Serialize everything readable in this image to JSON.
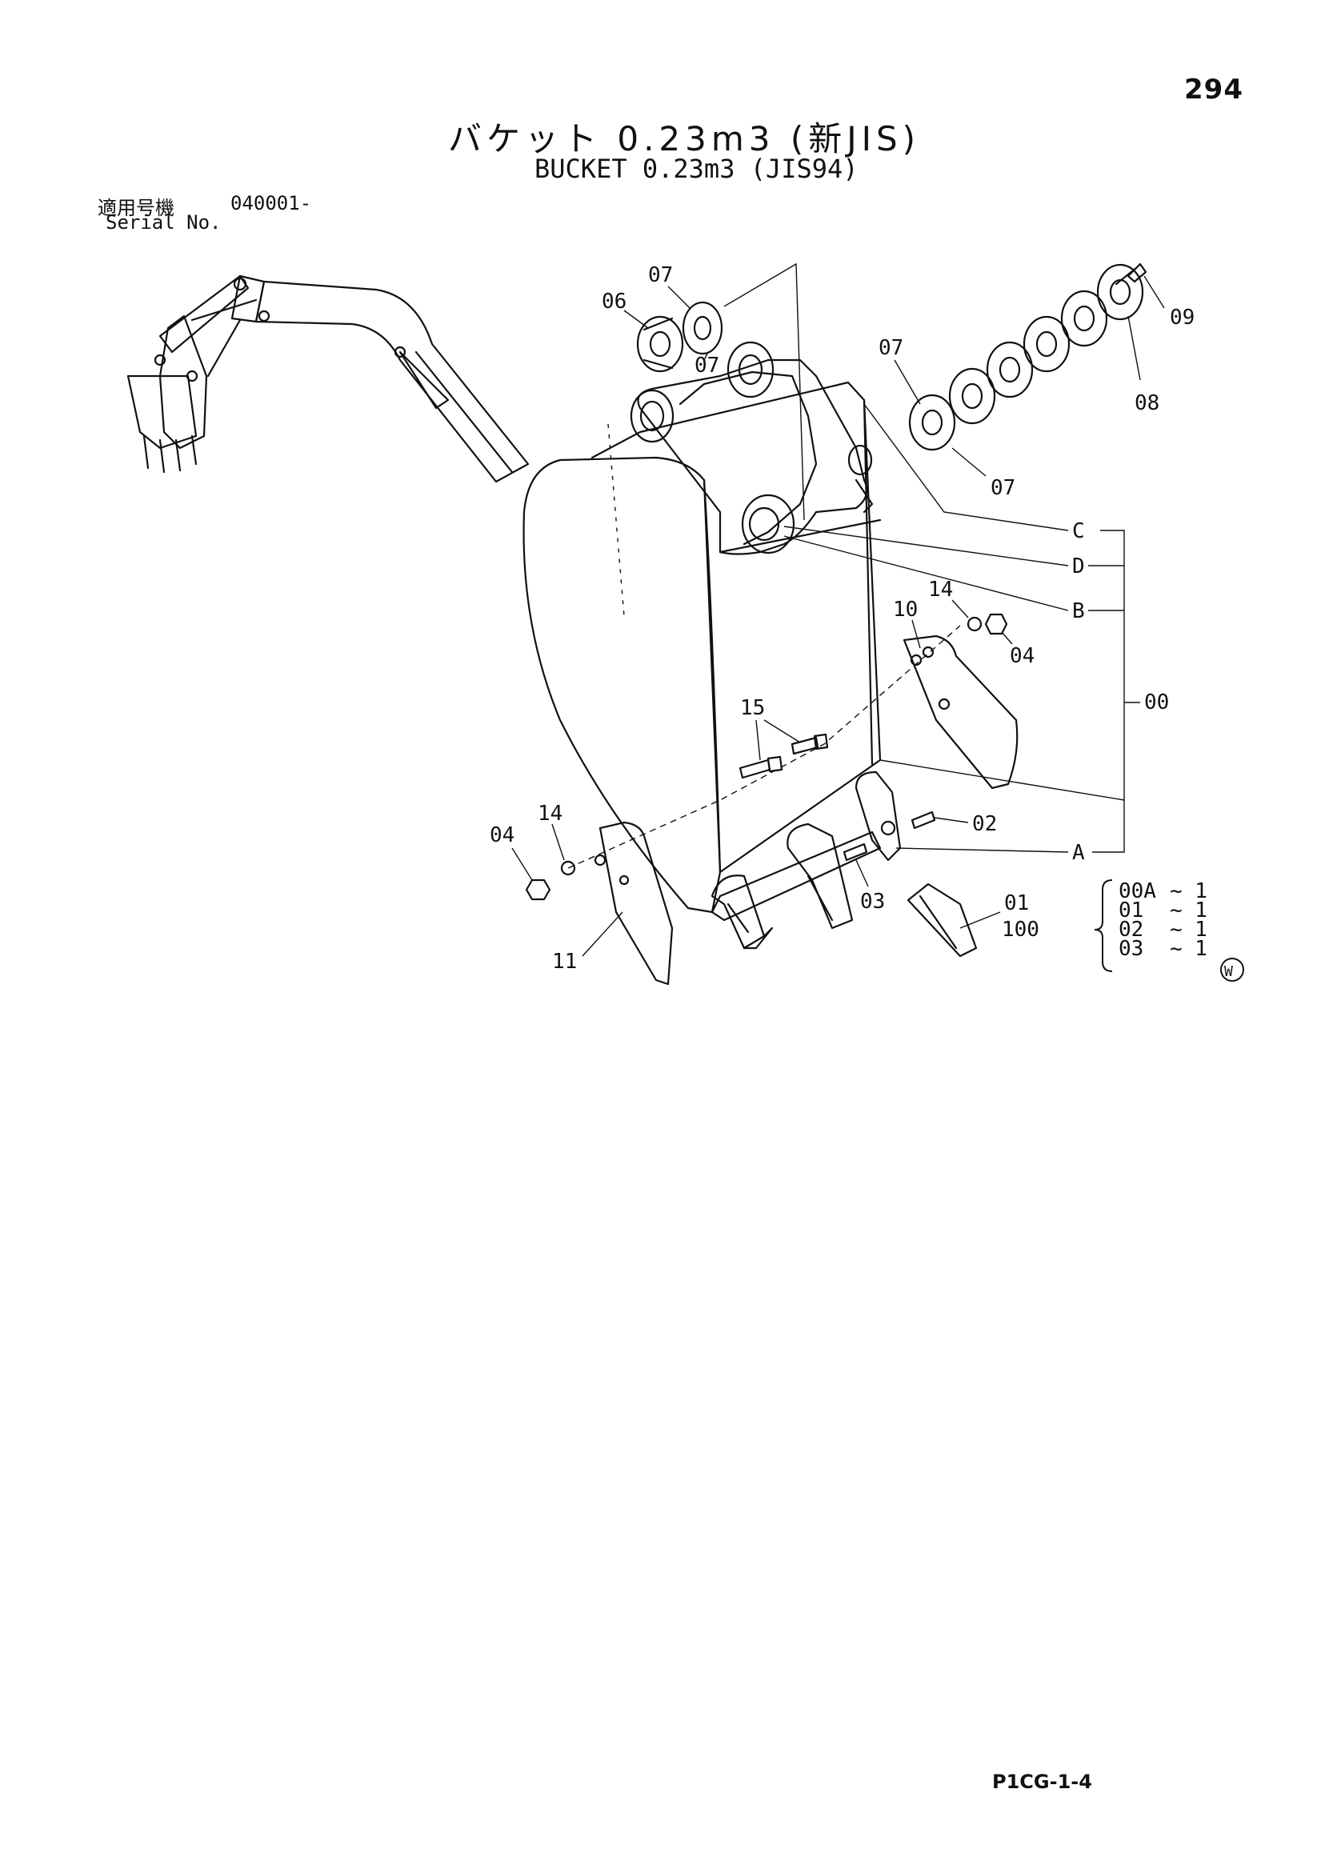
{
  "page_number": "294",
  "title_jp": "バケット 0.23m3 (新JIS)",
  "title_en": "BUCKET 0.23m3 (JIS94)",
  "serial_label_jp": "適用号機",
  "serial_value": "040001-",
  "serial_label_en": "Serial No.",
  "callouts": {
    "c07_top": "07",
    "c06": "06",
    "c07_mid": "07",
    "c07_right": "07",
    "c07_lower": "07",
    "c09": "09",
    "c08": "08",
    "cC": "C",
    "cD": "D",
    "cB": "B",
    "c14_right": "14",
    "c10": "10",
    "c04_right": "04",
    "c00": "00",
    "c15": "15",
    "c02": "02",
    "cA": "A",
    "c04_left": "04",
    "c14_left": "14",
    "c03": "03",
    "c01": "01",
    "c11": "11"
  },
  "kit": {
    "number": "100",
    "items": [
      {
        "code": "00A",
        "qty": "~ 1"
      },
      {
        "code": "01",
        "qty": "~ 1"
      },
      {
        "code": "02",
        "qty": "~ 1"
      },
      {
        "code": "03",
        "qty": "~ 1"
      }
    ]
  },
  "mark": "W",
  "footer_code": "P1CG-1-4"
}
